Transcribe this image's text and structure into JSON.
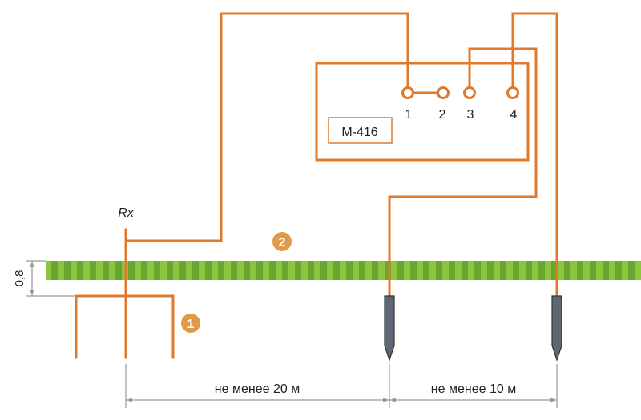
{
  "meter": {
    "label": "М-416"
  },
  "terminals": [
    "1",
    "2",
    "3",
    "4"
  ],
  "rx_label": "Rx",
  "depth_label": "0,8",
  "markers": [
    "1",
    "2"
  ],
  "distances": {
    "first": "не менее 20 м",
    "second": "не менее 10 м"
  },
  "colors": {
    "wire": "#e0792b",
    "ground_light": "#8cc63f",
    "ground_dark": "#6aa532",
    "marker_fill": "#e09a48",
    "rod_fill": "#5f6773",
    "dimension": "#9a9a9a"
  }
}
